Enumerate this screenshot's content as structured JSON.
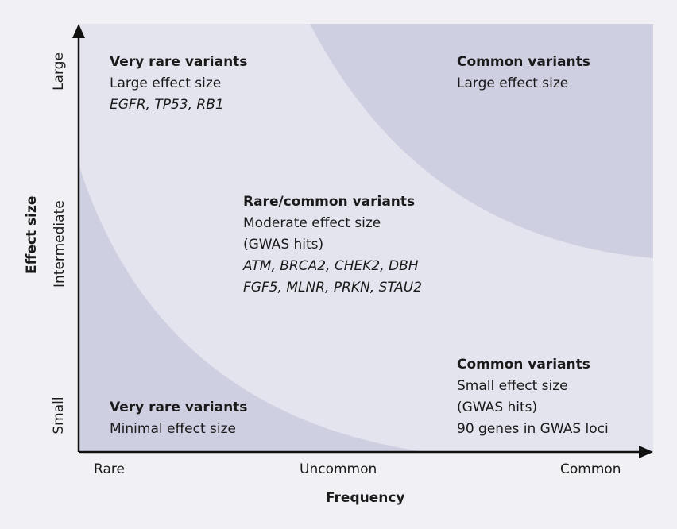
{
  "axes": {
    "x_label": "Frequency",
    "y_label": "Effect size",
    "x_ticks": [
      "Rare",
      "Uncommon",
      "Common"
    ],
    "y_ticks": [
      "Large",
      "Intermediate",
      "Small"
    ]
  },
  "regions": {
    "very_rare_large": {
      "title": "Very rare variants",
      "line1": "Large effect size",
      "genes": "EGFR, TP53, RB1"
    },
    "common_large": {
      "title": "Common variants",
      "line1": "Large effect size"
    },
    "rare_common_moderate": {
      "title": "Rare/common variants",
      "line1": "Moderate effect size",
      "line2": "(GWAS hits)",
      "genes1": "ATM, BRCA2, CHEK2, DBH",
      "genes2": "FGF5, MLNR, PRKN, STAU2"
    },
    "very_rare_minimal": {
      "title": "Very rare variants",
      "line1": "Minimal effect size"
    },
    "common_small": {
      "title": "Common variants",
      "line1": "Small effect size",
      "line2": "(GWAS hits)",
      "line3": "90 genes in GWAS loci"
    }
  },
  "colors": {
    "background": "#f1f1f5",
    "plot_light": "#e4e4ef",
    "plot_dark": "#cfcfe2",
    "axis": "#111111"
  }
}
